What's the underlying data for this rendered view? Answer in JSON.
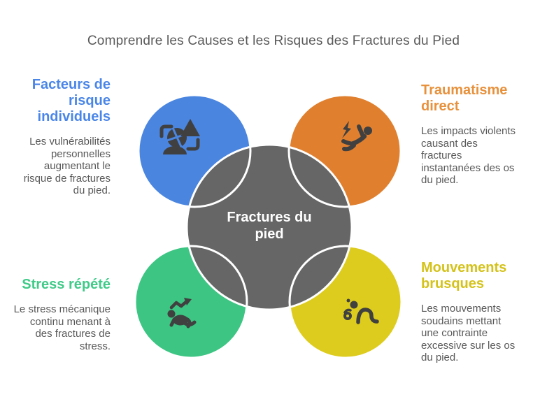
{
  "title": "Comprendre les Causes et les Risques des Fractures du Pied",
  "center": {
    "label": "Fractures du pied"
  },
  "colors": {
    "center": "#666666",
    "outline": "#ffffff",
    "icon": "#404040",
    "text_body": "#595959"
  },
  "nodes": [
    {
      "id": "facteurs-de-risque-individuels",
      "heading": "Facteurs de risque individuels",
      "description": "Les vulnérabilités\npersonnelles\naugmentant le\nrisque de fractures\ndu pied.",
      "color": "#4a85e0",
      "heading_color": "#4a86e8",
      "icon": "person-assessment-shapes-icon",
      "position": "top-left"
    },
    {
      "id": "traumatisme-direct",
      "heading": "Traumatisme direct",
      "description": "Les impacts violents\ncausant des\nfractures\ninstantanées des os\ndu pied.",
      "color": "#e0802f",
      "heading_color": "#e8913c",
      "icon": "falling-person-lightning-icon",
      "position": "top-right"
    },
    {
      "id": "stress-repete",
      "heading": "Stress répété",
      "description": "Le stress mécanique\ncontinu menant à\ndes fractures de\nstress.",
      "color": "#3dc583",
      "heading_color": "#3fca88",
      "icon": "person-trend-arrow-icon",
      "position": "bottom-left"
    },
    {
      "id": "mouvements-brusques",
      "heading": "Mouvements brusques",
      "description": "Les mouvements\nsoudains mettant\nune contrainte\nexcessive sur les os\ndu pied.",
      "color": "#ddcc1d",
      "heading_color": "#d4c21a",
      "icon": "stumbling-person-icon",
      "position": "bottom-right"
    }
  ]
}
